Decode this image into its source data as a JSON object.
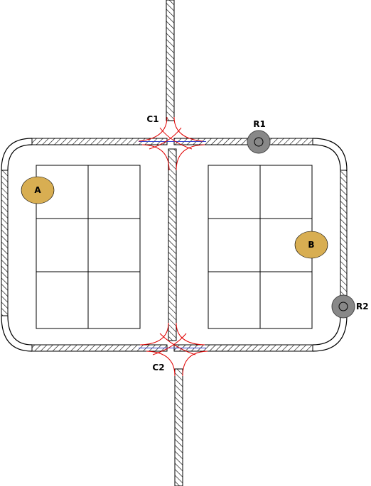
{
  "intersections": [
    {
      "id": "c1",
      "label": "C1"
    },
    {
      "id": "c2",
      "label": "C2"
    }
  ],
  "robots": [
    {
      "id": "r1",
      "label": "R1"
    },
    {
      "id": "r2",
      "label": "R2"
    }
  ],
  "zones": [
    {
      "id": "a",
      "label": "A"
    },
    {
      "id": "b",
      "label": "B"
    }
  ],
  "colors": {
    "track_stroke": "#000000",
    "hatch": "#000000",
    "curve": "#e00000",
    "center_line": "#3040d0",
    "zone_fill": "#d8ae52",
    "robot_fill": "#888888",
    "grid_line": "#000000"
  },
  "grids": [
    {
      "id": "left",
      "rows": 3,
      "cols": 2
    },
    {
      "id": "right",
      "rows": 3,
      "cols": 2
    }
  ]
}
